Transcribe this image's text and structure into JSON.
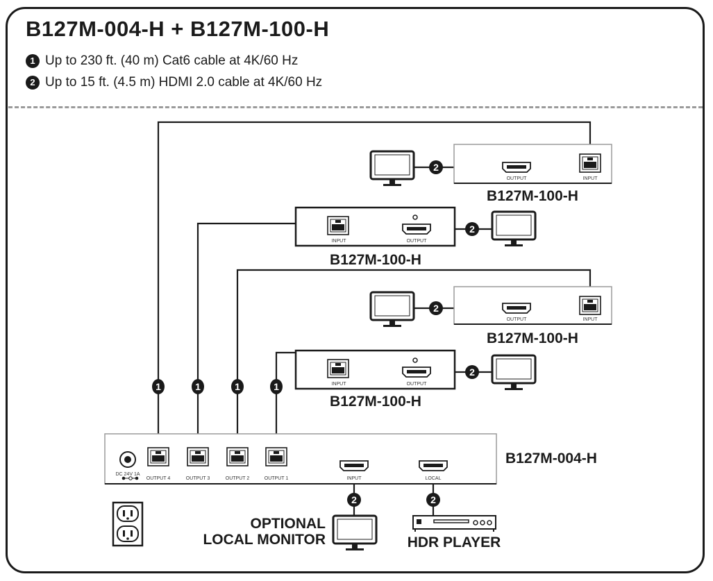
{
  "title": "B127M-004-H + B127M-100-H",
  "specs": [
    {
      "num": "1",
      "text": "Up to 230 ft. (40 m) Cat6 cable at 4K/60 Hz"
    },
    {
      "num": "2",
      "text": "Up to 15 ft. (4.5 m) HDMI 2.0 cable at 4K/60 Hz"
    }
  ],
  "receivers": [
    {
      "label": "B127M-100-H",
      "input_label": "INPUT",
      "output_label": "OUTPUT"
    },
    {
      "label": "B127M-100-H",
      "input_label": "INPUT",
      "output_label": "OUTPUT"
    },
    {
      "label": "B127M-100-H",
      "input_label": "INPUT",
      "output_label": "OUTPUT"
    },
    {
      "label": "B127M-100-H",
      "input_label": "INPUT",
      "output_label": "OUTPUT"
    }
  ],
  "transmitter": {
    "label": "B127M-004-H",
    "power_label": "DC 24V  1A",
    "outputs": [
      "OUTPUT 4",
      "OUTPUT 3",
      "OUTPUT 2",
      "OUTPUT 1"
    ],
    "input_label": "INPUT",
    "local_label": "LOCAL"
  },
  "badges": {
    "cat6": "1",
    "hdmi": "2"
  },
  "devices": {
    "local_monitor_line1": "OPTIONAL",
    "local_monitor_line2": "LOCAL MONITOR",
    "hdr_player": "HDR PLAYER"
  }
}
